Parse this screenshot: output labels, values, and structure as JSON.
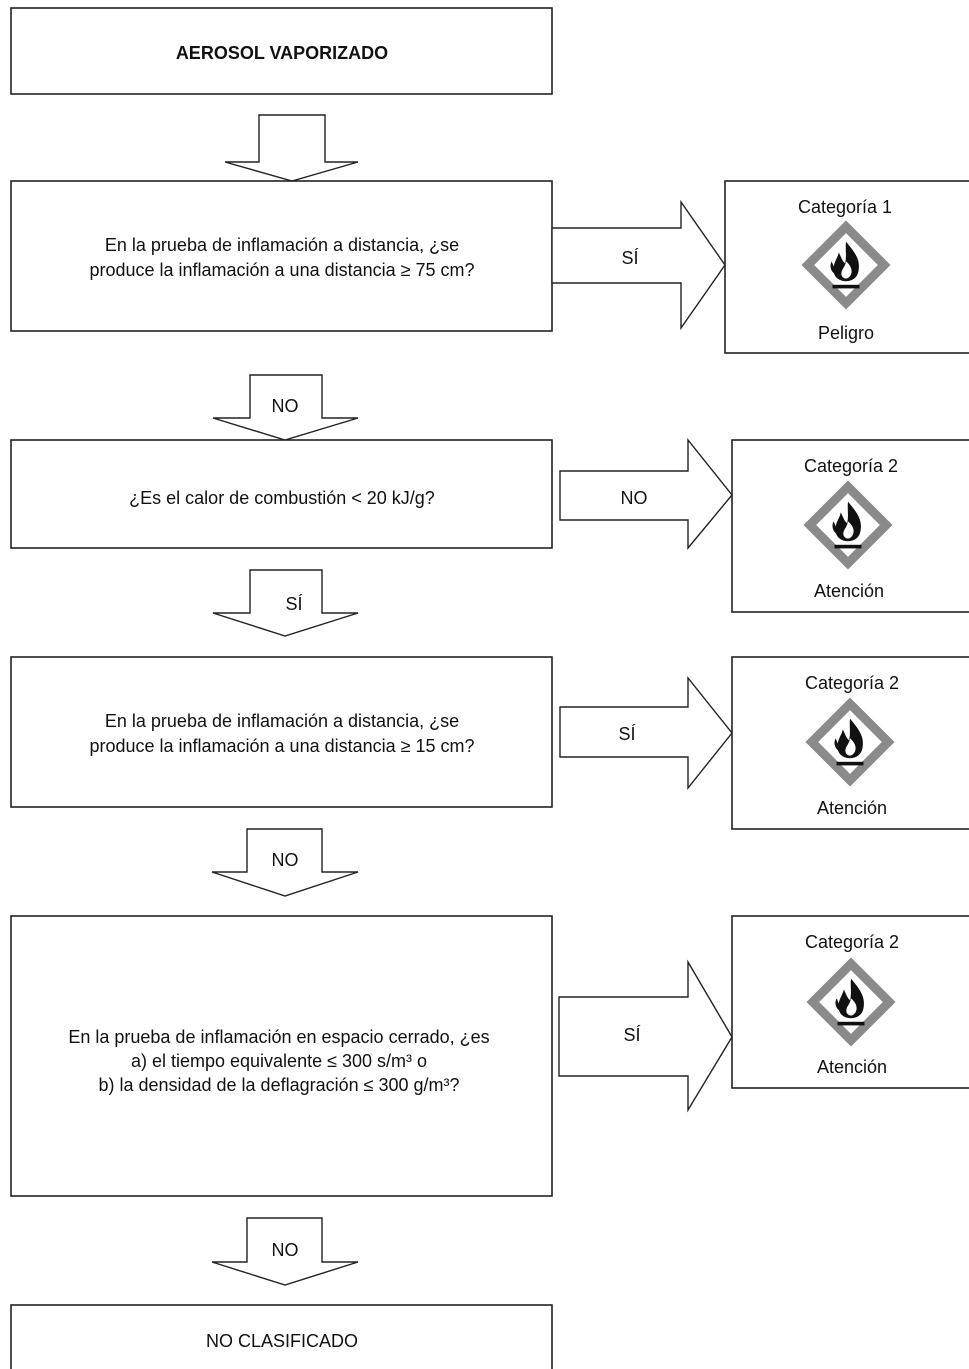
{
  "start": {
    "label": "AEROSOL VAPORIZADO"
  },
  "questions": [
    {
      "lines": [
        "En la prueba de inflamación a distancia, ¿se",
        "produce la inflamación a una distancia ≥ 75 cm?"
      ]
    },
    {
      "lines": [
        "¿Es el calor de combustión < 20 kJ/g?"
      ]
    },
    {
      "lines": [
        "En la prueba de inflamación a distancia, ¿se",
        "produce la inflamación a una distancia ≥ 15 cm?"
      ]
    },
    {
      "lines": [
        "En la prueba de inflamación en espacio cerrado, ¿es",
        "a) el tiempo equivalente ≤ 300 s/m³ o",
        "b) la densidad de la deflagración ≤ 300 g/m³?"
      ]
    }
  ],
  "right_arrows": [
    "SÍ",
    "NO",
    "SÍ",
    "SÍ"
  ],
  "down_arrows": [
    "",
    "NO",
    "SÍ",
    "NO",
    "NO"
  ],
  "results": [
    {
      "category": "Categoría 1",
      "signal": "Peligro",
      "pictogram": "flame-icon"
    },
    {
      "category": "Categoría 2",
      "signal": "Atención",
      "pictogram": "flame-icon"
    },
    {
      "category": "Categoría 2",
      "signal": "Atención",
      "pictogram": "flame-icon"
    },
    {
      "category": "Categoría 2",
      "signal": "Atención",
      "pictogram": "flame-icon"
    }
  ],
  "end": {
    "label": "NO CLASIFICADO"
  },
  "colors": {
    "pictogram_border": "#8a8a8a",
    "ink": "#111111"
  }
}
